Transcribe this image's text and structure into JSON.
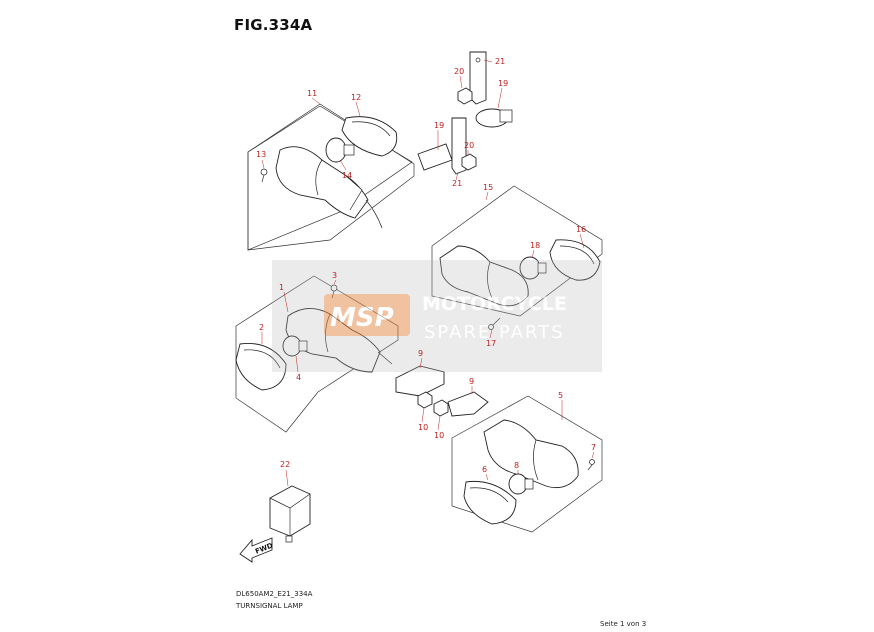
{
  "figure": {
    "title": "FIG.334A",
    "drawing_code": "DL650AM2_E21_334A",
    "subtitle": "TURNSIGNAL LAMP",
    "page": "Seite 1 von 3"
  },
  "watermark": {
    "logo_text": "MSP",
    "line1": "MOTORCYCLE",
    "line2": "SPARE PARTS"
  },
  "callouts": [
    "1",
    "2",
    "3",
    "4",
    "5",
    "6",
    "7",
    "8",
    "9",
    "9",
    "10",
    "10",
    "11",
    "12",
    "13",
    "14",
    "15",
    "16",
    "17",
    "18",
    "19",
    "19",
    "20",
    "20",
    "21",
    "21",
    "22"
  ],
  "fwd_label": "FWD"
}
